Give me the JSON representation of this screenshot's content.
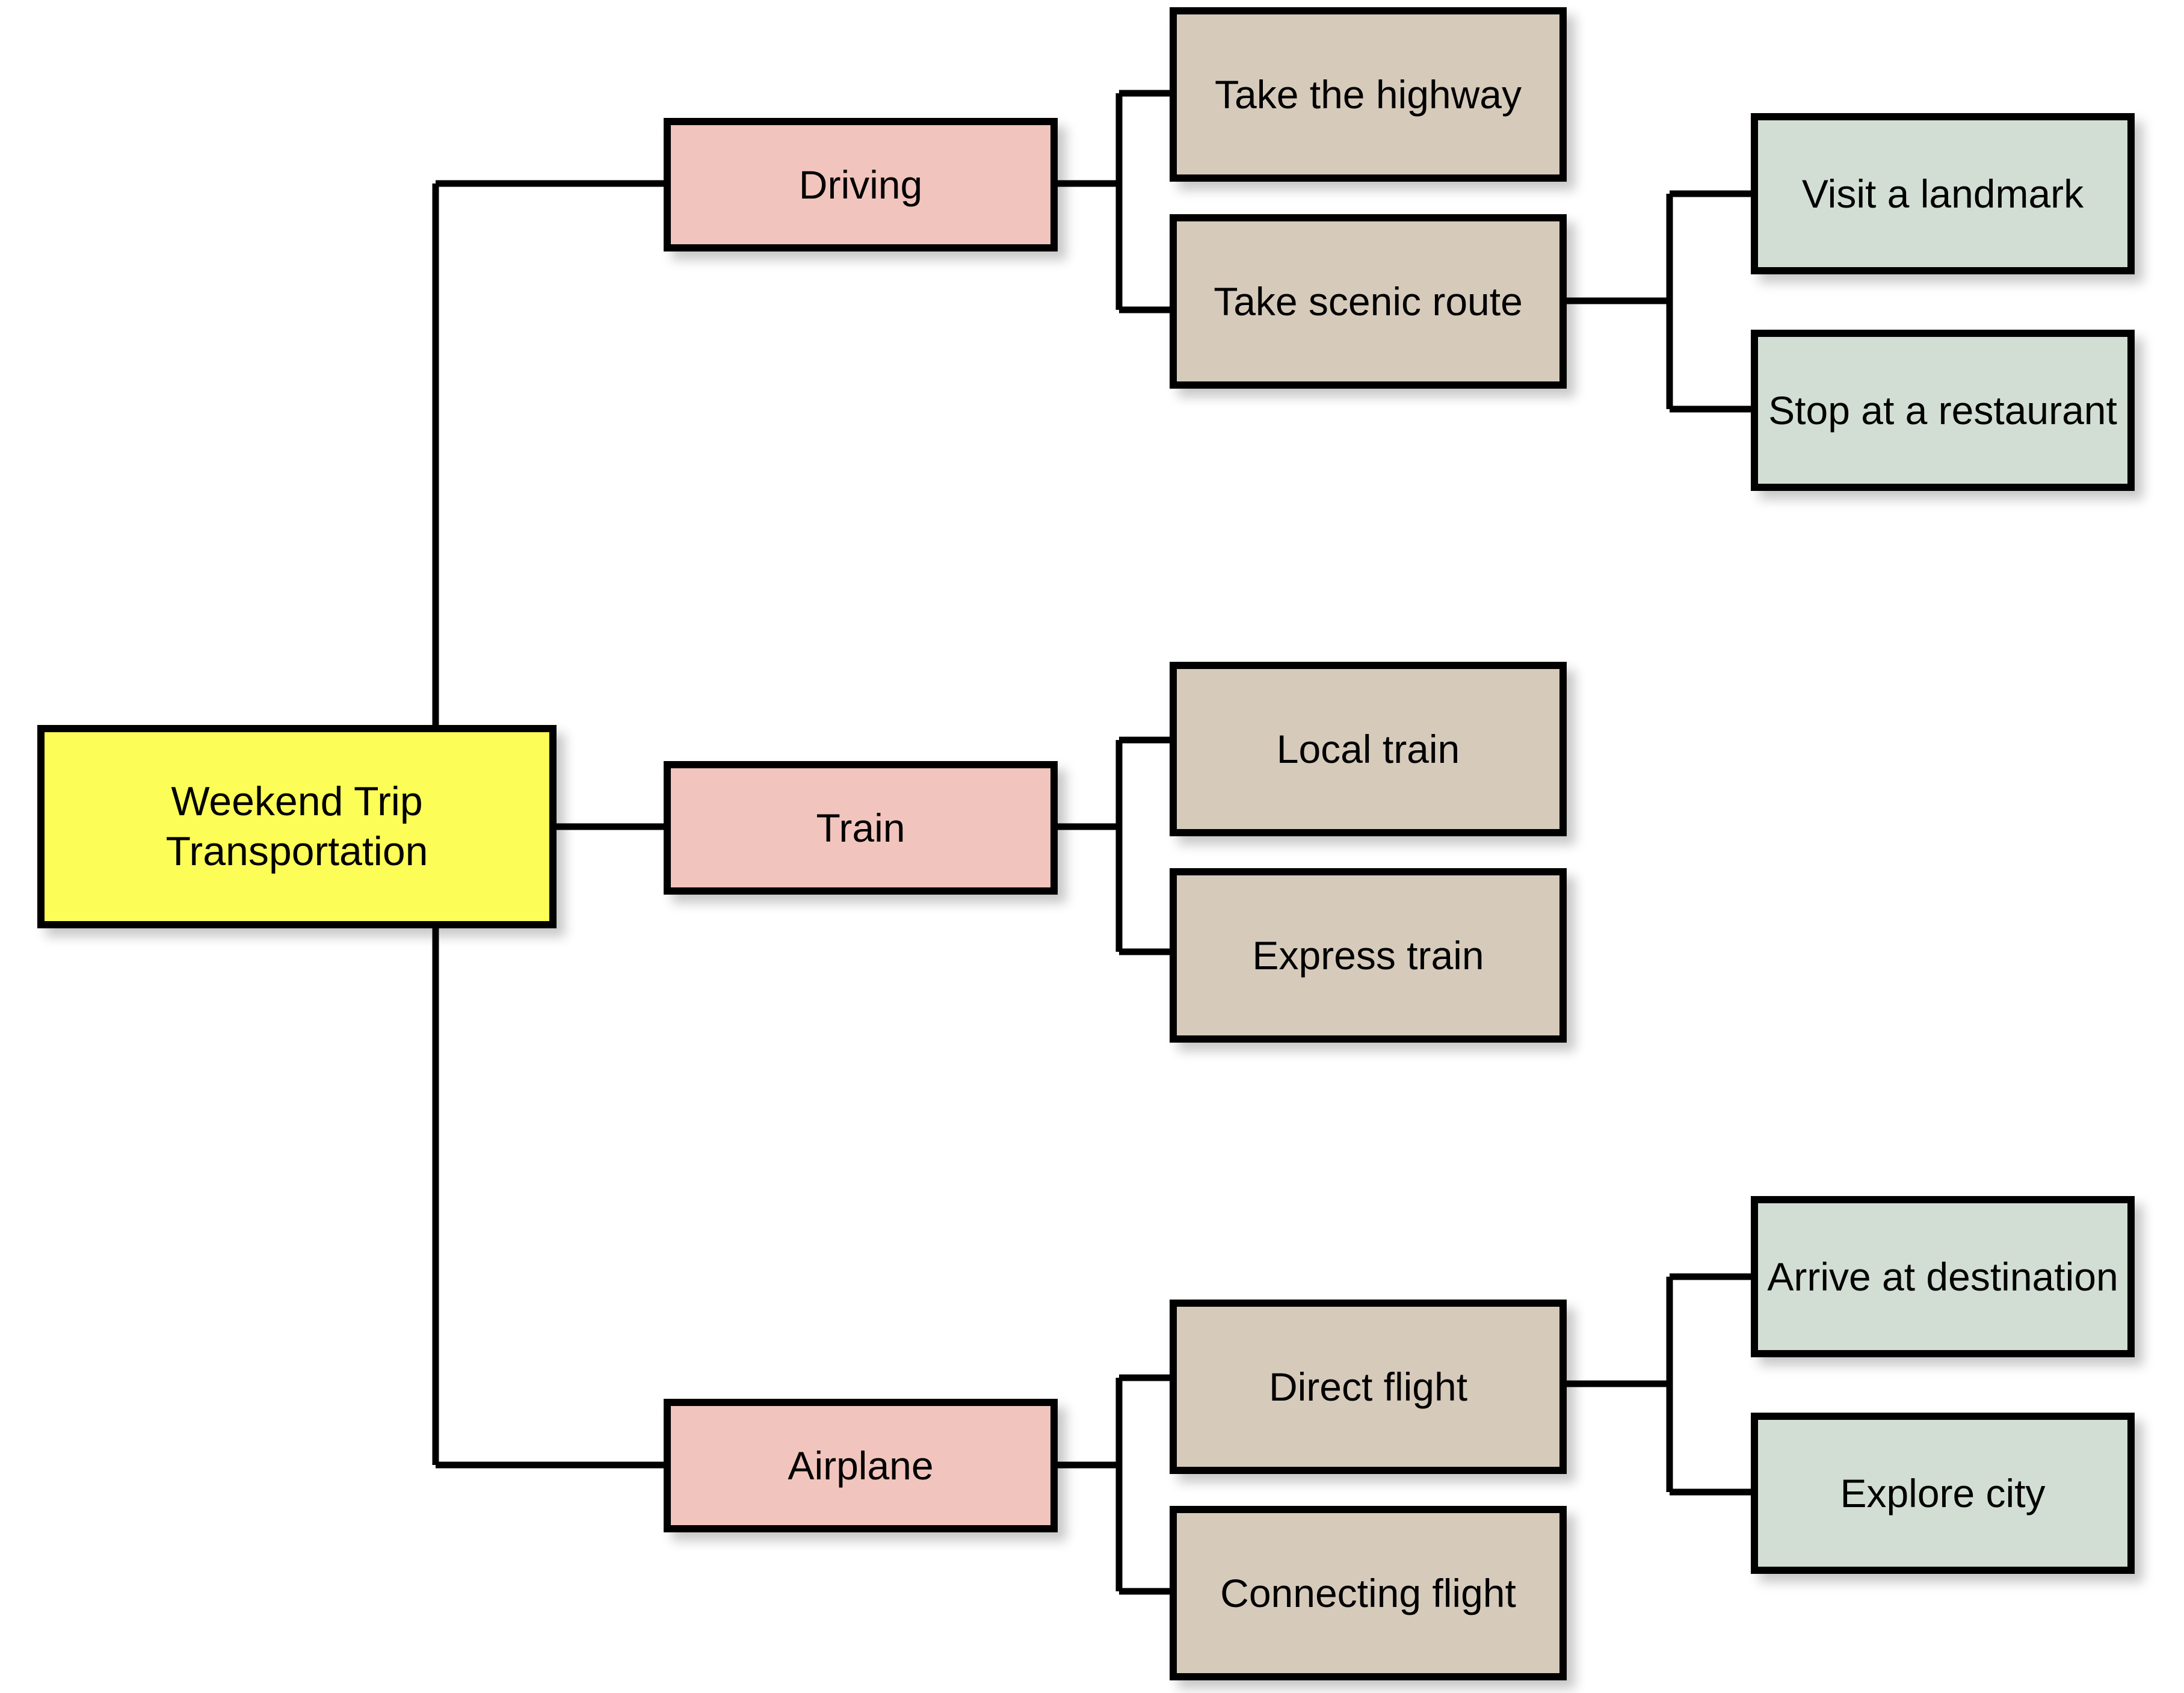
{
  "diagram": {
    "title": "Weekend Trip Transportation",
    "type": "horizontal-tree",
    "orientation": "left-to-right",
    "background_color": "#ffffff",
    "edge_color": "#000000",
    "border_color": "#000000",
    "level_colors": {
      "root": "#fdfd57",
      "level_1": "#f1c5bd",
      "level_2": "#d6cabb",
      "level_3": "#d2ded3"
    }
  },
  "nodes": {
    "root": {
      "label": "Weekend Trip Transportation",
      "level": 0,
      "color": "#fdfd57"
    },
    "driving": {
      "label": "Driving",
      "level": 1,
      "color": "#f1c5bd"
    },
    "train": {
      "label": "Train",
      "level": 1,
      "color": "#f1c5bd"
    },
    "airplane": {
      "label": "Airplane",
      "level": 1,
      "color": "#f1c5bd"
    },
    "take_highway": {
      "label": "Take the highway",
      "level": 2,
      "color": "#d6cabb"
    },
    "take_scenic": {
      "label": "Take scenic route",
      "level": 2,
      "color": "#d6cabb"
    },
    "local_train": {
      "label": "Local train",
      "level": 2,
      "color": "#d6cabb"
    },
    "express_train": {
      "label": "Express train",
      "level": 2,
      "color": "#d6cabb"
    },
    "direct_flight": {
      "label": "Direct flight",
      "level": 2,
      "color": "#d6cabb"
    },
    "connecting_flight": {
      "label": "Connecting flight",
      "level": 2,
      "color": "#d6cabb"
    },
    "visit_landmark": {
      "label": "Visit a landmark",
      "level": 3,
      "color": "#d2ded3"
    },
    "stop_restaurant": {
      "label": "Stop at a restaurant",
      "level": 3,
      "color": "#d2ded3"
    },
    "arrive_destination": {
      "label": "Arrive at destination",
      "level": 3,
      "color": "#d2ded3"
    },
    "explore_city": {
      "label": "Explore city",
      "level": 3,
      "color": "#d2ded3"
    }
  },
  "edges": [
    {
      "from": "root",
      "to": "driving"
    },
    {
      "from": "root",
      "to": "train"
    },
    {
      "from": "root",
      "to": "airplane"
    },
    {
      "from": "driving",
      "to": "take_highway"
    },
    {
      "from": "driving",
      "to": "take_scenic"
    },
    {
      "from": "take_scenic",
      "to": "visit_landmark"
    },
    {
      "from": "take_scenic",
      "to": "stop_restaurant"
    },
    {
      "from": "train",
      "to": "local_train"
    },
    {
      "from": "train",
      "to": "express_train"
    },
    {
      "from": "airplane",
      "to": "direct_flight"
    },
    {
      "from": "airplane",
      "to": "connecting_flight"
    },
    {
      "from": "direct_flight",
      "to": "arrive_destination"
    },
    {
      "from": "direct_flight",
      "to": "explore_city"
    }
  ]
}
